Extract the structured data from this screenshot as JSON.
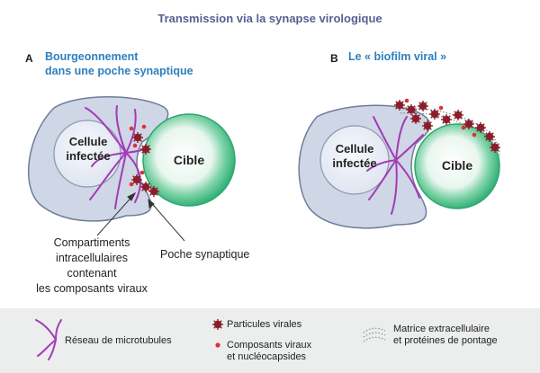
{
  "title": "Transmission via la synapse virologique",
  "panel_a": {
    "letter": "A",
    "heading_line1": "Bourgeonnement",
    "heading_line2": "dans une poche synaptique",
    "infected_line1": "Cellule",
    "infected_line2": "infectée",
    "target": "Cible"
  },
  "panel_b": {
    "letter": "B",
    "heading": "Le « biofilm viral »",
    "infected_line1": "Cellule",
    "infected_line2": "infectée",
    "target": "Cible"
  },
  "callouts": {
    "compartments": [
      "Compartiments",
      "intracellulaires",
      "contenant",
      "les composants viraux"
    ],
    "pocket": "Poche synaptique"
  },
  "legend": {
    "microtubules": "Réseau de microtubules",
    "particles": "Particules virales",
    "components_line1": "Composants viraux",
    "components_line2": "et nucléocapsides",
    "matrix_line1": "Matrice extracellulaire",
    "matrix_line2": "et protéines de pontage"
  },
  "colors": {
    "cell_fill": "#cfd6e6",
    "cell_stroke": "#6f7c9a",
    "nucleus_fill": "#e9edf5",
    "target_green": "#4cc08c",
    "microtubule": "#a43ab8",
    "particle": "#8b1e2a",
    "component": "#e0312d",
    "title": "#5a5f90",
    "heading": "#2e7fbf"
  }
}
